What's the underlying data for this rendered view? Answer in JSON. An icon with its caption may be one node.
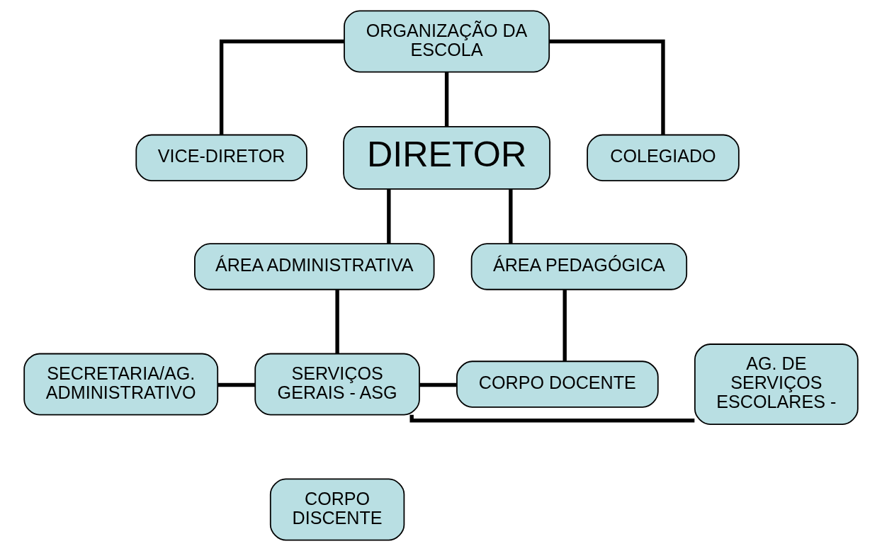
{
  "diagram": {
    "nodes": [
      {
        "text": [
          "ORGANIZAÇÃO DA ESCOLA"
        ]
      },
      {
        "text": [
          "VICE-DIRETOR"
        ]
      },
      {
        "text": [
          "DIRETOR"
        ]
      },
      {
        "text": [
          "COLEGIADO"
        ]
      },
      {
        "text": [
          "ÁREA ADMINISTRATIVA"
        ]
      },
      {
        "text": [
          "ÁREA PEDAGÓGICA"
        ]
      },
      {
        "text": [
          "SECRETARIA/AG. ADMINISTRATIVO"
        ]
      },
      {
        "text": [
          "SERVIÇOS GERAIS - ASG"
        ]
      },
      {
        "text": [
          "AG. DE SERVIÇOS ESCOLARES -"
        ]
      },
      {
        "text": [
          "CORPO DOCENTE"
        ]
      },
      {
        "text": [
          "CORPO DISCENTE"
        ]
      }
    ],
    "edges": [
      {
        "from": 0,
        "to": 1,
        "arrow": "none"
      },
      {
        "from": 0,
        "to": 2,
        "arrow": "none"
      },
      {
        "from": 0,
        "to": 3,
        "arrow": "none"
      },
      {
        "from": 2,
        "to": 4,
        "arrow": "none"
      },
      {
        "from": 2,
        "to": 5,
        "arrow": "none"
      },
      {
        "from": 4,
        "to": 7,
        "arrow": "none"
      },
      {
        "from": 6,
        "to": 7,
        "arrow": "none"
      },
      {
        "from": 7,
        "to": 8,
        "arrow": "none"
      },
      {
        "from": 5,
        "to": 9,
        "arrow": "none"
      },
      {
        "from": 7,
        "to": 9,
        "arrow": "none"
      }
    ]
  }
}
